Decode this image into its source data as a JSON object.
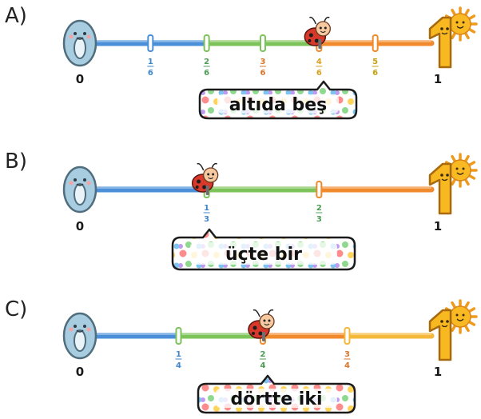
{
  "sections": [
    {
      "label": "A)",
      "start_label": "0",
      "end_label": "1",
      "denominator": 6,
      "ticks": [
        "1/6",
        "2/6",
        "3/6",
        "4/6",
        "5/6"
      ],
      "ladybug_at": "4/6",
      "caption": "altıda beş",
      "segment_colors": [
        "#4a8fd8",
        "#4a8fd8",
        "#7cc35a",
        "#7cc35a",
        "#f08a2c",
        "#f08a2c"
      ]
    },
    {
      "label": "B)",
      "start_label": "0",
      "end_label": "1",
      "denominator": 3,
      "ticks": [
        "1/3",
        "2/3"
      ],
      "ladybug_at": "1/3",
      "caption": "üçte bir",
      "segment_colors": [
        "#4a8fd8",
        "#7cc35a",
        "#f08a2c"
      ]
    },
    {
      "label": "C)",
      "start_label": "0",
      "end_label": "1",
      "denominator": 4,
      "ticks": [
        "1/4",
        "2/4",
        "3/4"
      ],
      "ladybug_at": "2/4",
      "caption": "dörtte iki",
      "segment_colors": [
        "#4a8fd8",
        "#7cc35a",
        "#f08a2c",
        "#f4b83a"
      ]
    }
  ],
  "colors": {
    "zero_fill": "#a9cde0",
    "one_fill": "#f8b820",
    "sun": "#f9b923",
    "ladybug": "#d8392b",
    "dots": [
      "#ff8c8c",
      "#ffd45c",
      "#8fd88f",
      "#7fc4f0",
      "#c09af0"
    ],
    "tick_text": [
      "#3f86cc",
      "#4c9c55",
      "#d8762c",
      "#d9a120",
      "#c4a010"
    ]
  },
  "icons": [
    "zero-character-icon",
    "one-character-icon",
    "sun-icon",
    "ladybug-icon"
  ]
}
